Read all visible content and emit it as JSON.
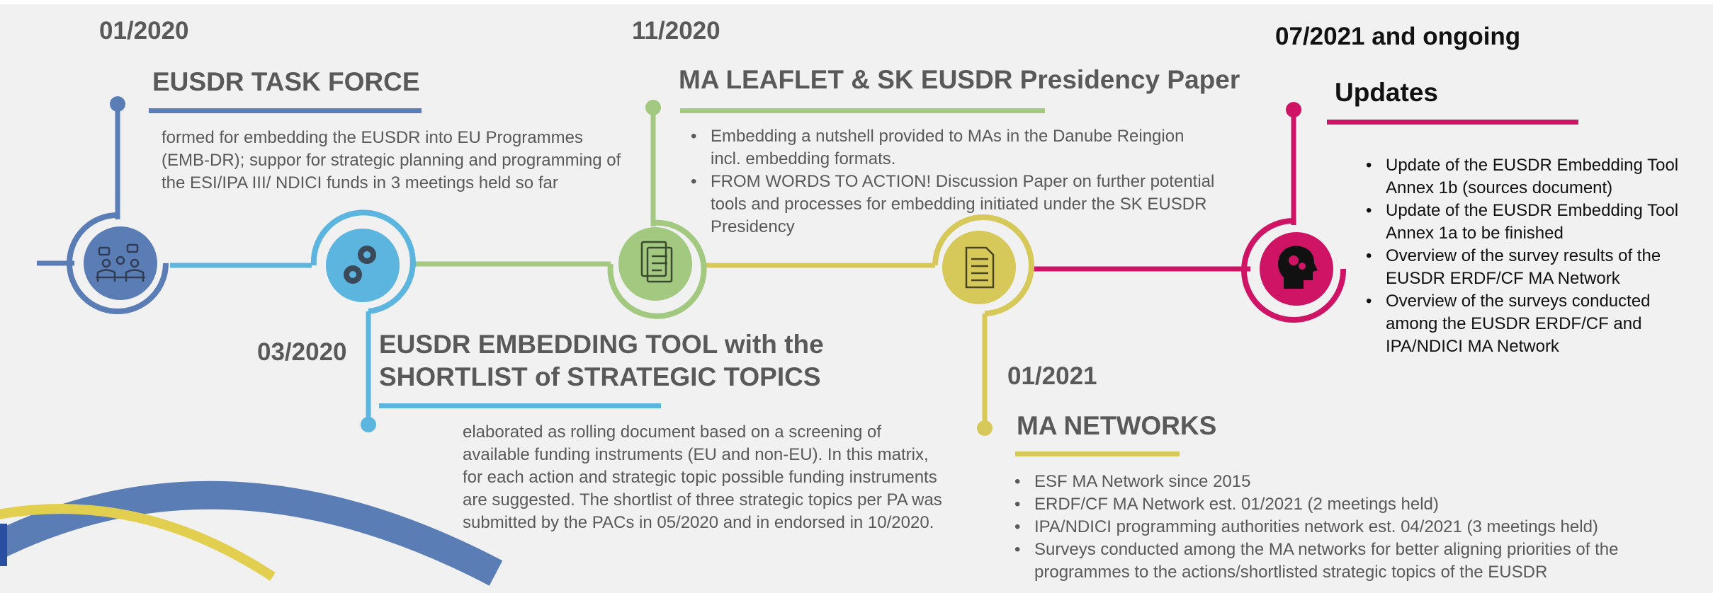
{
  "colors": {
    "blue_dark": "#5b7db5",
    "blue_light": "#5bb5de",
    "green": "#a3c980",
    "yellow": "#d6c95a",
    "magenta": "#d01465",
    "text_gray": "#595959"
  },
  "milestones": [
    {
      "date": "01/2020",
      "title": "EUSDR TASK FORCE",
      "description": "formed for embedding the EUSDR into EU Programmes (EMB-DR); suppor for strategic planning and programming of the ESI/IPA III/ NDICI funds in 3 meetings held so far",
      "icon": "meeting-people-icon"
    },
    {
      "date": "03/2020",
      "title": "EUSDR EMBEDDING TOOL with the SHORTLIST of STRATEGIC TOPICS",
      "description": "elaborated as rolling document based on a screening of available funding instruments (EU and non-EU). In this matrix, for each action and strategic topic possible funding instruments are suggested. The shortlist of three strategic topics per PA was submitted by the PACs in 05/2020 and in endorsed in 10/2020.",
      "icon": "gears-icon"
    },
    {
      "date": "11/2020",
      "title": "MA LEAFLET & SK EUSDR Presidency Paper",
      "bullets": [
        "Embedding a nutshell provided to MAs in the Danube Reingion incl. embedding formats.",
        "FROM WORDS TO ACTION! Discussion Paper on further potential tools and processes for embedding initiated under the SK EUSDR Presidency"
      ],
      "icon": "documents-check-icon"
    },
    {
      "date": "01/2021",
      "title": "MA NETWORKS",
      "bullets": [
        "ESF MA Network since 2015",
        "ERDF/CF MA Network est. 01/2021 (2 meetings held)",
        "IPA/NDICI programming authorities network est. 04/2021 (3 meetings held)",
        "Surveys conducted among the MA networks for better aligning priorities of the programmes to the actions/shortlisted strategic  topics of the EUSDR"
      ],
      "icon": "document-icon"
    },
    {
      "date": "07/2021 and ongoing",
      "title": "Updates",
      "bullets": [
        "Update of the EUSDR Embedding Tool Annex 1b (sources document)",
        "Update of the EUSDR Embedding Tool Annex 1a to be finished",
        "Overview of the survey results of the EUSDR ERDF/CF MA Network",
        "Overview of the surveys conducted among the EUSDR ERDF/CF and IPA/NDICI MA Network"
      ],
      "icon": "head-gears-icon"
    }
  ]
}
